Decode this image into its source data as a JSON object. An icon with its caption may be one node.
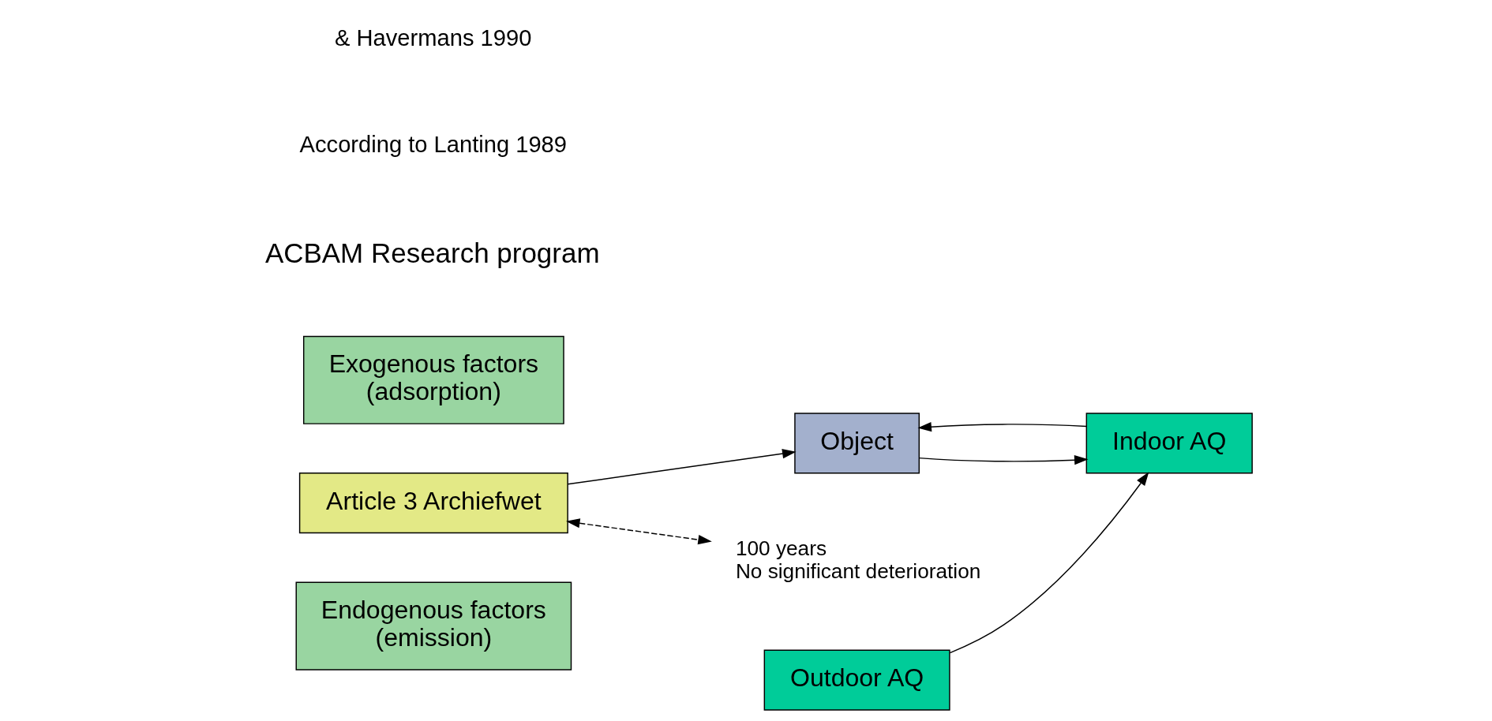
{
  "diagram": {
    "nodes": [
      {
        "text": [
          "Endogenous factors",
          "(emission)"
        ]
      },
      {
        "text": [
          "Article 3 Archiefwet"
        ]
      },
      {
        "text": [
          "Object"
        ]
      },
      {
        "text": [
          "Indoor AQ"
        ]
      },
      {
        "text": [
          "Outdoor AQ"
        ]
      },
      {
        "text": [
          "100 years",
          "No significant deterioration"
        ]
      },
      {
        "text": [
          "Exogenous factors",
          "(adsorption)"
        ]
      }
    ],
    "edges": [
      {
        "from": 1,
        "to": 2,
        "arrow": "to"
      },
      {
        "from": 2,
        "to": 3,
        "arrow": "to"
      },
      {
        "from": 4,
        "to": 3,
        "arrow": "to"
      },
      {
        "from": 3,
        "to": 2,
        "arrow": "to"
      },
      {
        "from": 1,
        "to": 5,
        "arrow": "both",
        "style": "dashed"
      }
    ],
    "labels": [
      "ACBAM Research program",
      "According to Lanting 1989",
      "& Havermans 1990"
    ]
  }
}
